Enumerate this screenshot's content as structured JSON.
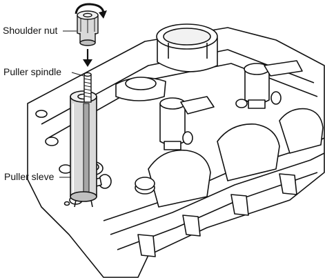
{
  "labels": {
    "shoulder_nut": "Shoulder nut",
    "puller_spindle": "Puller spindle",
    "puller_sleve": "Puller sleve"
  },
  "colors": {
    "background": "#ffffff",
    "line": "#111111",
    "tool_fill": "#d9d9d9",
    "tool_shade": "#a6a6a6"
  },
  "icons": {
    "rotation_arrow": "curved-rotation-arrow",
    "direction_arrow": "down-arrow"
  }
}
